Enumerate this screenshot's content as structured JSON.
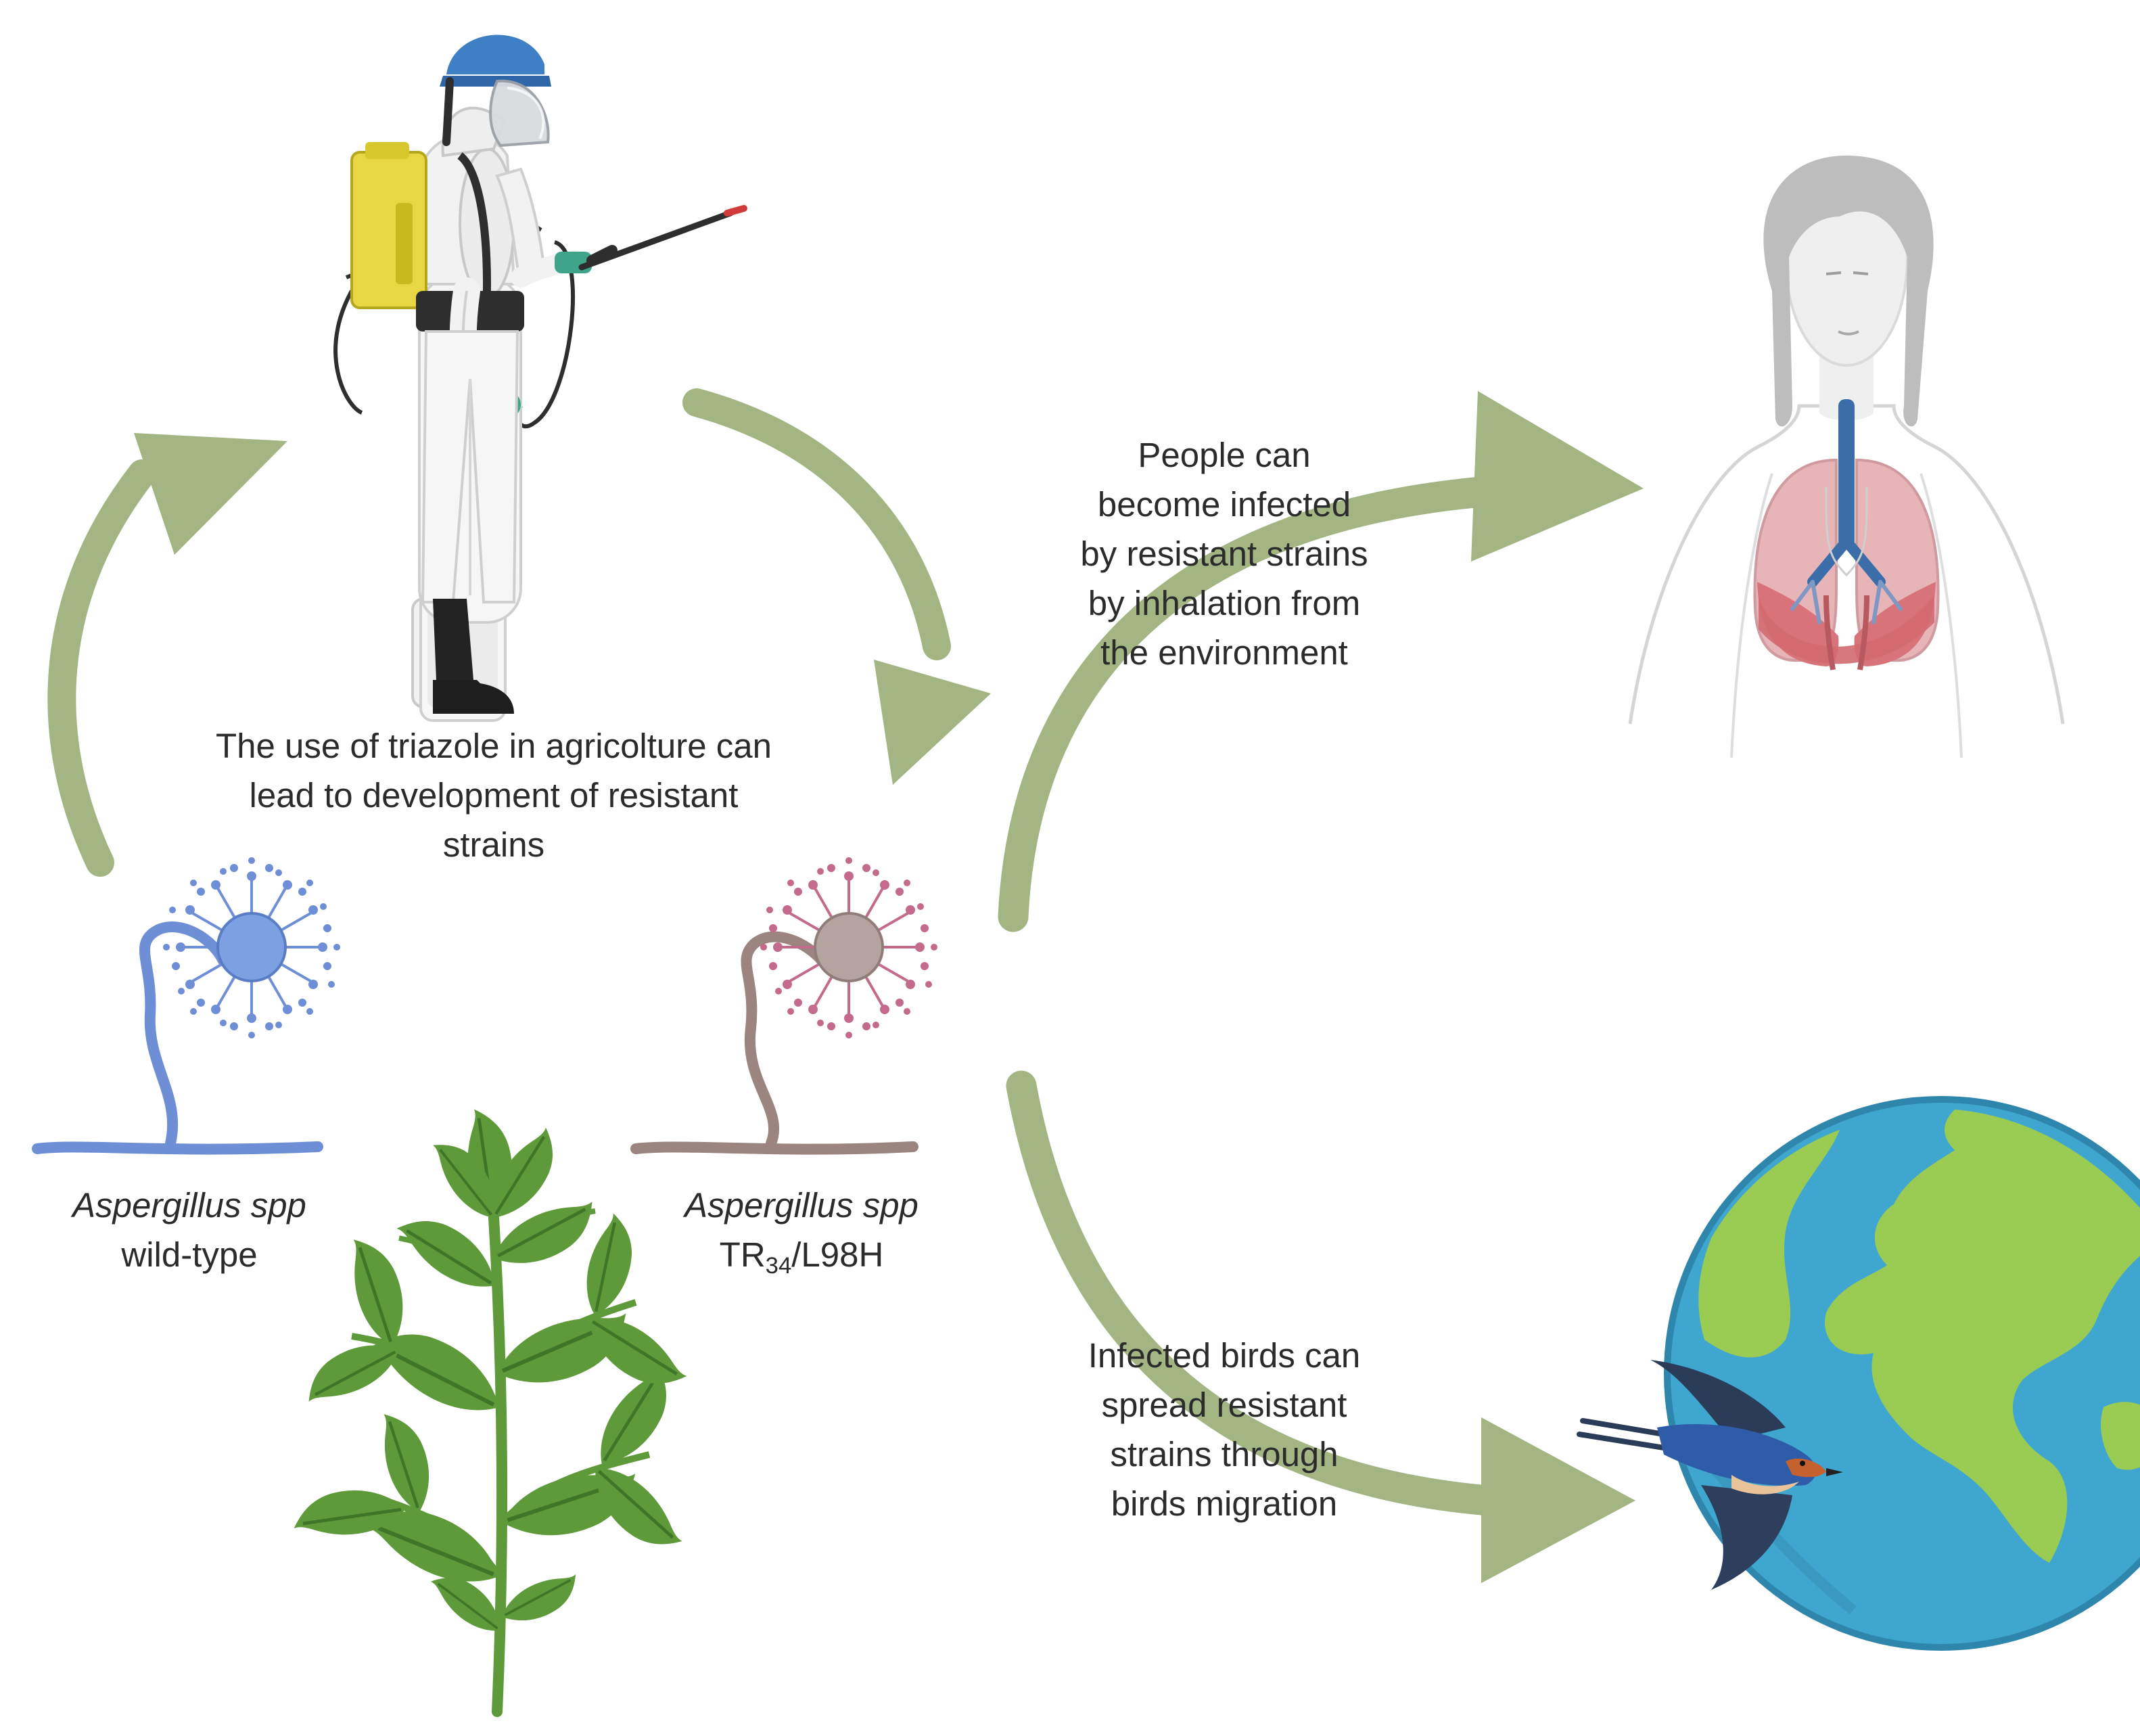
{
  "diagram": {
    "central_text": {
      "lines": [
        "The use of triazole in agricolture can",
        "lead to development of resistant",
        "strains"
      ]
    },
    "wild_type": {
      "species": "Aspergillus spp",
      "strain": "wild-type"
    },
    "resistant": {
      "species": "Aspergillus spp",
      "strain_prefix": "TR",
      "strain_subscript": "34",
      "strain_suffix": "/L98H"
    },
    "human_route": {
      "lines": [
        "People can",
        "become infected",
        "by resistant strains",
        "by inhalation from",
        "the environment"
      ]
    },
    "bird_route": {
      "lines": [
        "Infected birds can",
        "spread resistant",
        "strains through",
        "birds migration"
      ]
    }
  },
  "colors": {
    "arrow": "#a3b583",
    "wild_type_fungus": "#6e8fd6",
    "resistant_fungus": "#c46a8c",
    "resistant_stalk": "#9c8580",
    "plant": "#5f9a3a",
    "lungs": "#d9737a",
    "ocean": "#3fa7cf",
    "land": "#9acb53"
  },
  "icons": [
    "farmer-sprayer-icon",
    "wild-type-aspergillus-icon",
    "resistant-aspergillus-icon",
    "plant-icon",
    "human-lungs-icon",
    "globe-icon",
    "swallow-icon"
  ]
}
